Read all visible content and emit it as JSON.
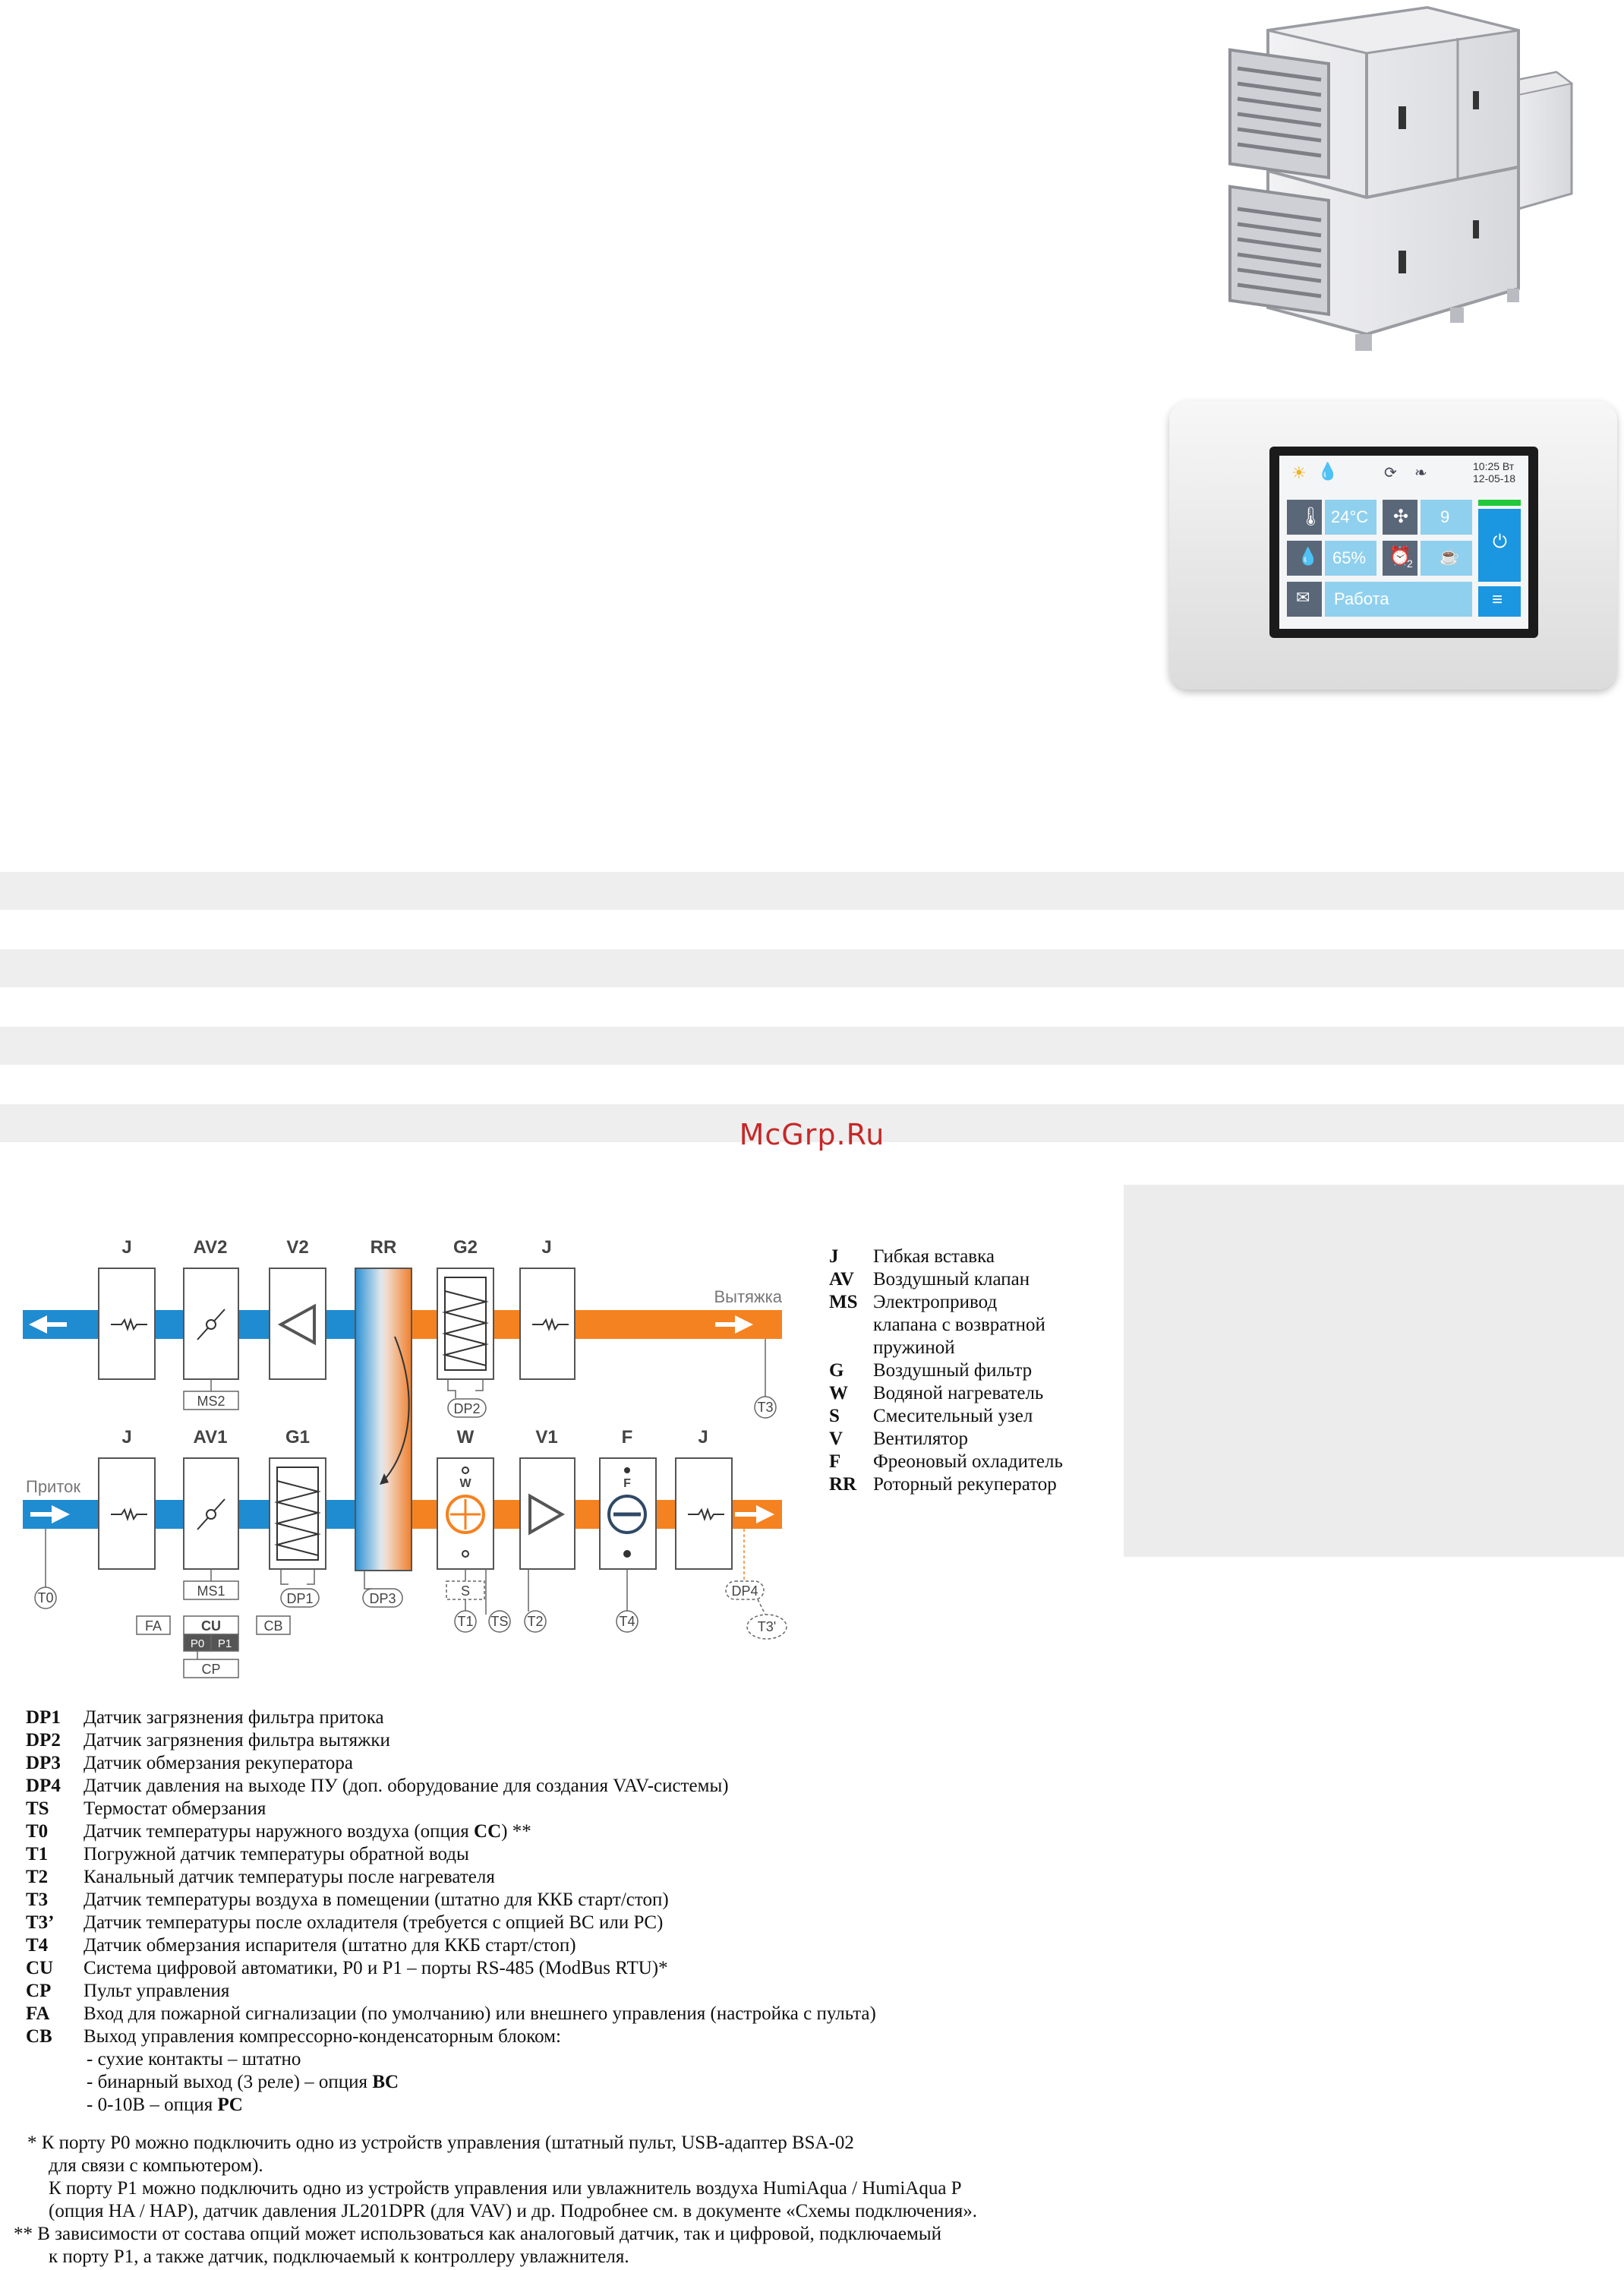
{
  "panel": {
    "time": "10:25 Вт",
    "date": "12-05-18",
    "temperature": "24°C",
    "fan_speed": "9",
    "humidity": "65%",
    "timer": "2",
    "status": "Работа"
  },
  "watermark": "McGrp.Ru",
  "schematic": {
    "top_labels": [
      "J",
      "AV2",
      "V2",
      "RR",
      "G2",
      "J"
    ],
    "bottom_labels": [
      "J",
      "AV1",
      "G1",
      "W",
      "V1",
      "F",
      "J"
    ],
    "exhaust_label": "Вытяжка",
    "supply_label": "Приток",
    "w_inner": "W",
    "f_inner": "F",
    "sensors": {
      "ms2": "MS2",
      "dp2": "DP2",
      "t3": "T3",
      "t0": "T0",
      "ms1": "MS1",
      "dp1": "DP1",
      "dp3": "DP3",
      "s": "S",
      "t1": "T1",
      "ts": "TS",
      "t2": "T2",
      "t4": "T4",
      "dp4": "DP4",
      "t3p": "T3'",
      "fa": "FA",
      "cu": "CU",
      "p0": "P0",
      "p1": "P1",
      "cb": "CB",
      "cp": "CP"
    }
  },
  "legend_right": [
    {
      "key": "J",
      "lines": [
        "Гибкая вставка"
      ]
    },
    {
      "key": "AV",
      "lines": [
        "Воздушный клапан"
      ]
    },
    {
      "key": "MS",
      "lines": [
        "Электропривод",
        "клапана с возвратной",
        "пружиной"
      ]
    },
    {
      "key": "G",
      "lines": [
        "Воздушный фильтр"
      ]
    },
    {
      "key": "W",
      "lines": [
        "Водяной нагреватель"
      ]
    },
    {
      "key": "S",
      "lines": [
        "Смесительный узел"
      ]
    },
    {
      "key": "V",
      "lines": [
        "Вентилятор"
      ]
    },
    {
      "key": "F",
      "lines": [
        "Фреоновый охладитель"
      ]
    },
    {
      "key": "RR",
      "lines": [
        "Роторный рекуператор"
      ]
    }
  ],
  "legend_bottom": [
    {
      "key": "DP1",
      "text": "Датчик загрязнения фильтра притока"
    },
    {
      "key": "DP2",
      "text": "Датчик загрязнения фильтра вытяжки"
    },
    {
      "key": "DP3",
      "text": "Датчик обмерзания рекуператора"
    },
    {
      "key": "DP4",
      "text": "Датчик давления на выходе ПУ (доп. оборудование для создания VAV-системы)"
    },
    {
      "key": "TS",
      "text": "Термостат обмерзания"
    },
    {
      "key": "T0",
      "pre": "Датчик температуры наружного воздуха (опция ",
      "bold": "CC",
      "post": ") **"
    },
    {
      "key": "T1",
      "text": "Погружной датчик температуры обратной воды"
    },
    {
      "key": "T2",
      "text": "Канальный датчик температуры после нагревателя"
    },
    {
      "key": "T3",
      "text": "Датчик температуры воздуха в помещении (штатно для ККБ старт/стоп)"
    },
    {
      "key": "T3’",
      "text": "Датчик температуры после охладителя (требуется с опцией BC или PC)"
    },
    {
      "key": "T4",
      "text": "Датчик обмерзания испарителя (штатно для ККБ старт/стоп)"
    },
    {
      "key": "CU",
      "text": "Система цифровой автоматики, P0 и P1 – порты RS-485 (ModBus RTU)*"
    },
    {
      "key": "CP",
      "text": "Пульт управления"
    },
    {
      "key": "FA",
      "text": "Вход для пожарной сигнализации (по умолчанию) или внешнего управления (настройка с пульта)"
    },
    {
      "key": "CB",
      "text": "Выход управления компрессорно-конденсаторным блоком:"
    }
  ],
  "cb_options": [
    {
      "pre": "- сухие контакты – штатно",
      "bold": ""
    },
    {
      "pre": "- бинарный выход (3 реле) – опция ",
      "bold": "BC"
    },
    {
      "pre": "- 0-10В – опция ",
      "bold": "PC"
    }
  ],
  "footnotes": [
    "* К порту P0 можно подключить одно из устройств управления (штатный пульт, USB-адаптер BSA-02",
    "для связи с компьютером).",
    "К порту P1 можно подключить одно из устройств управления или увлажнитель воздуха HumiAqua /  HumiAqua P",
    "(опция HA / HAP), датчик давления JL201DPR (для VAV) и др. Подробнее см. в документе «Схемы подключения».",
    "** В зависимости от состава опций может использоваться как аналоговый датчик, так и цифровой, подключаемый",
    "к порту P1, а также датчик, подключаемый к контроллеру увлажнителя."
  ]
}
